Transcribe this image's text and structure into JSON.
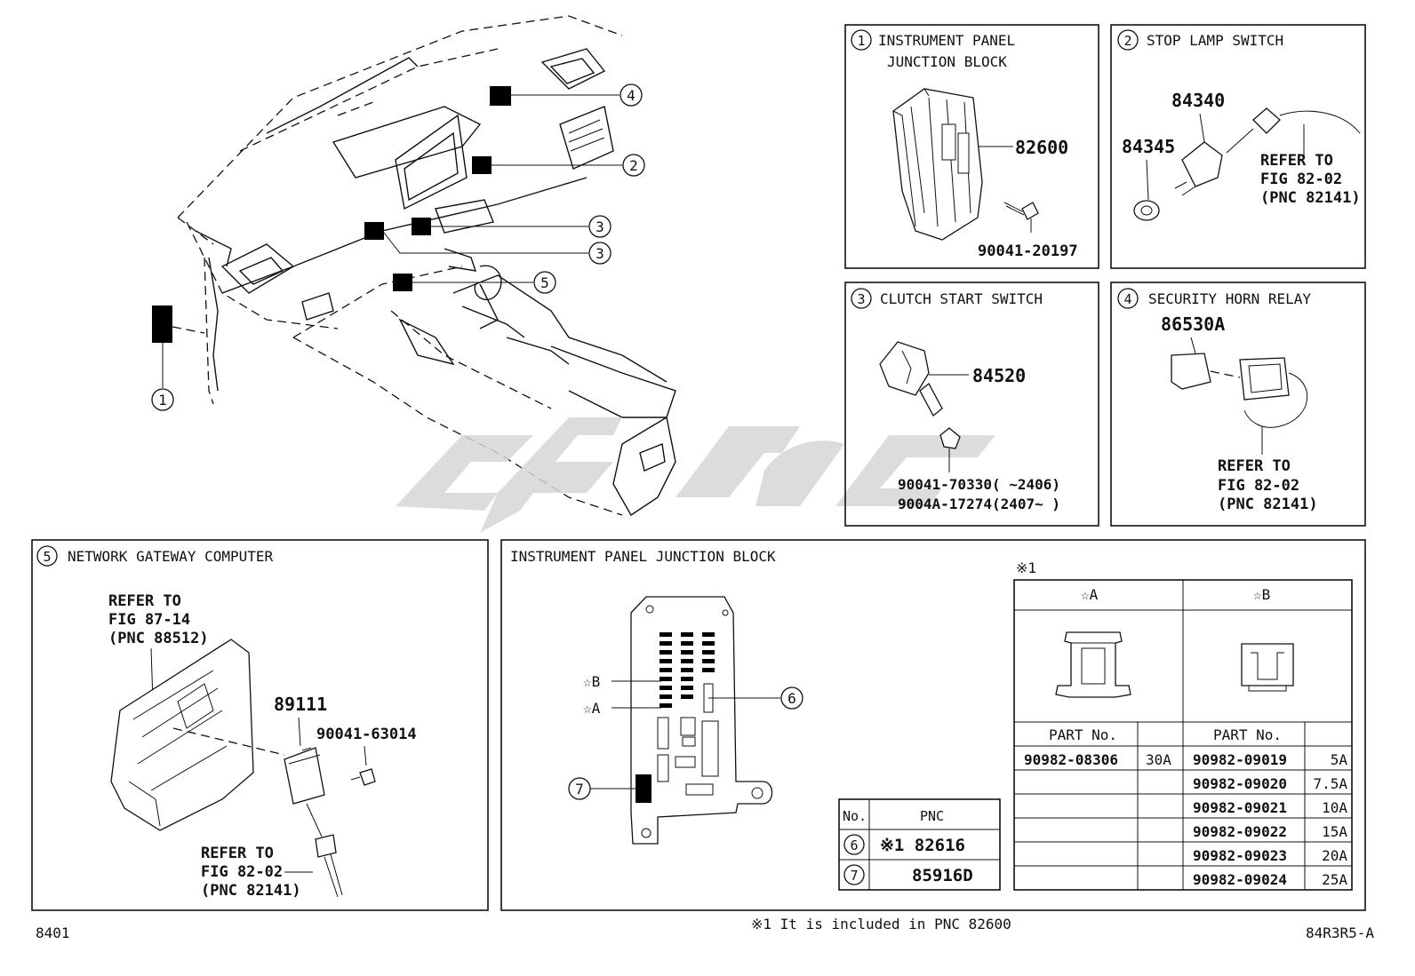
{
  "callouts": {
    "one": "1",
    "two": "2",
    "three": "3",
    "four": "4",
    "five": "5",
    "six": "6",
    "seven": "7"
  },
  "panel1": {
    "title_line1": "INSTRUMENT PANEL",
    "title_line2": "JUNCTION BLOCK",
    "part_main": "82600",
    "part_screw": "90041-20197"
  },
  "panel2": {
    "title": "STOP LAMP SWITCH",
    "part_switch": "84340",
    "part_cushion": "84345",
    "ref_line1": "REFER TO",
    "ref_line2": "FIG 82-02",
    "ref_line3": "(PNC 82141)"
  },
  "panel3": {
    "title": "CLUTCH START SWITCH",
    "part_switch": "84520",
    "part_nut_a": "90041-70330(    ~2406)",
    "part_nut_b": "9004A-17274(2407~    )"
  },
  "panel4": {
    "title": "SECURITY HORN RELAY",
    "part_relay": "86530A",
    "ref_line1": "REFER TO",
    "ref_line2": "FIG 82-02",
    "ref_line3": "(PNC 82141)"
  },
  "panel5": {
    "title": "NETWORK GATEWAY COMPUTER",
    "ref_top_line1": "REFER TO",
    "ref_top_line2": "FIG 87-14",
    "ref_top_line3": "(PNC 88512)",
    "part_computer": "89111",
    "part_screw": "90041-63014",
    "ref_bottom_line1": "REFER TO",
    "ref_bottom_line2": "FIG 82-02",
    "ref_bottom_line3": "(PNC 82141)"
  },
  "panel6": {
    "title": "INSTRUMENT PANEL JUNCTION BLOCK",
    "star_b": "☆B",
    "star_a": "☆A",
    "note_mark": "※1",
    "pnc_table": {
      "header_no": "No.",
      "header_pnc": "PNC",
      "rows": [
        {
          "no": "6",
          "pnc": "※1 82616"
        },
        {
          "no": "7",
          "pnc": "85916D"
        }
      ]
    },
    "fuse_table": {
      "col_a": "☆A",
      "col_b": "☆B",
      "part_no_header": "PART No.",
      "a_rows": [
        {
          "part": "90982-08306",
          "amp": "30A"
        }
      ],
      "b_rows": [
        {
          "part": "90982-09019",
          "amp": "5A"
        },
        {
          "part": "90982-09020",
          "amp": "7.5A"
        },
        {
          "part": "90982-09021",
          "amp": "10A"
        },
        {
          "part": "90982-09022",
          "amp": "15A"
        },
        {
          "part": "90982-09023",
          "amp": "20A"
        },
        {
          "part": "90982-09024",
          "amp": "25A"
        }
      ]
    }
  },
  "footer": {
    "figure_no": "8401",
    "note": "※1 It is included in PNC 82600",
    "drawing_code": "84R3R5-A"
  }
}
